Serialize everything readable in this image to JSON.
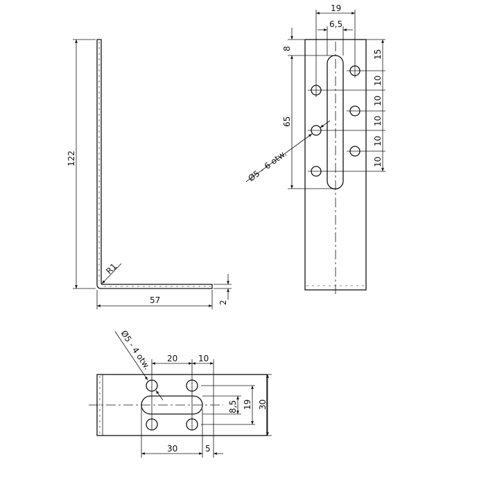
{
  "side_view": {
    "height": "122",
    "length": "57",
    "thickness": "2",
    "radius": "R1"
  },
  "front_view": {
    "width_holes": "19",
    "slot_width": "6,5",
    "top_offset": "8",
    "slot_length": "65",
    "hole_note": "Ø5 - 6 otw.",
    "right_spacings": [
      "15",
      "10",
      "10",
      "10",
      "10",
      "10"
    ]
  },
  "bottom_view": {
    "hole_pitch": "20",
    "edge_offset": "10",
    "slot_width": "8,5",
    "hole_spacing": "19",
    "plate_width": "30",
    "slot_length": "30",
    "slot_edge": "5",
    "hole_note": "Ø5 - 4 otw."
  }
}
